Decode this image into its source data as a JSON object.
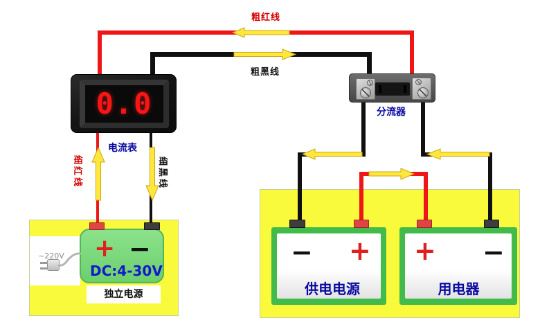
{
  "wire_labels": {
    "thick_red": "粗红线",
    "thick_black": "粗黑线",
    "thin_red": "细红线",
    "thin_black": "细黑线"
  },
  "ammeter": {
    "label": "电流表",
    "reading": "0.0"
  },
  "shunt": {
    "label": "分流器"
  },
  "independent_supply": {
    "label": "独立电源",
    "range": "DC:4-30V",
    "mains": "~220V",
    "plus": "+",
    "minus": "−"
  },
  "supply": {
    "label": "供电电源",
    "plus": "+",
    "minus": "−"
  },
  "load": {
    "label": "用电器",
    "plus": "+",
    "minus": "−"
  },
  "colors": {
    "red_wire": "#ee1616",
    "black_wire": "#101010",
    "arrow_yellow": "#ffe83e",
    "arrow_outline": "#cfa30f",
    "panel_yellow": "#fafa3c",
    "battery_green": "#7eda80",
    "box_green": "#43bb4b",
    "label_blue": "#0a0aa0",
    "label_red": "#d60000",
    "dc_text_blue": "#1318c8",
    "digit_red": "#fb1414"
  }
}
